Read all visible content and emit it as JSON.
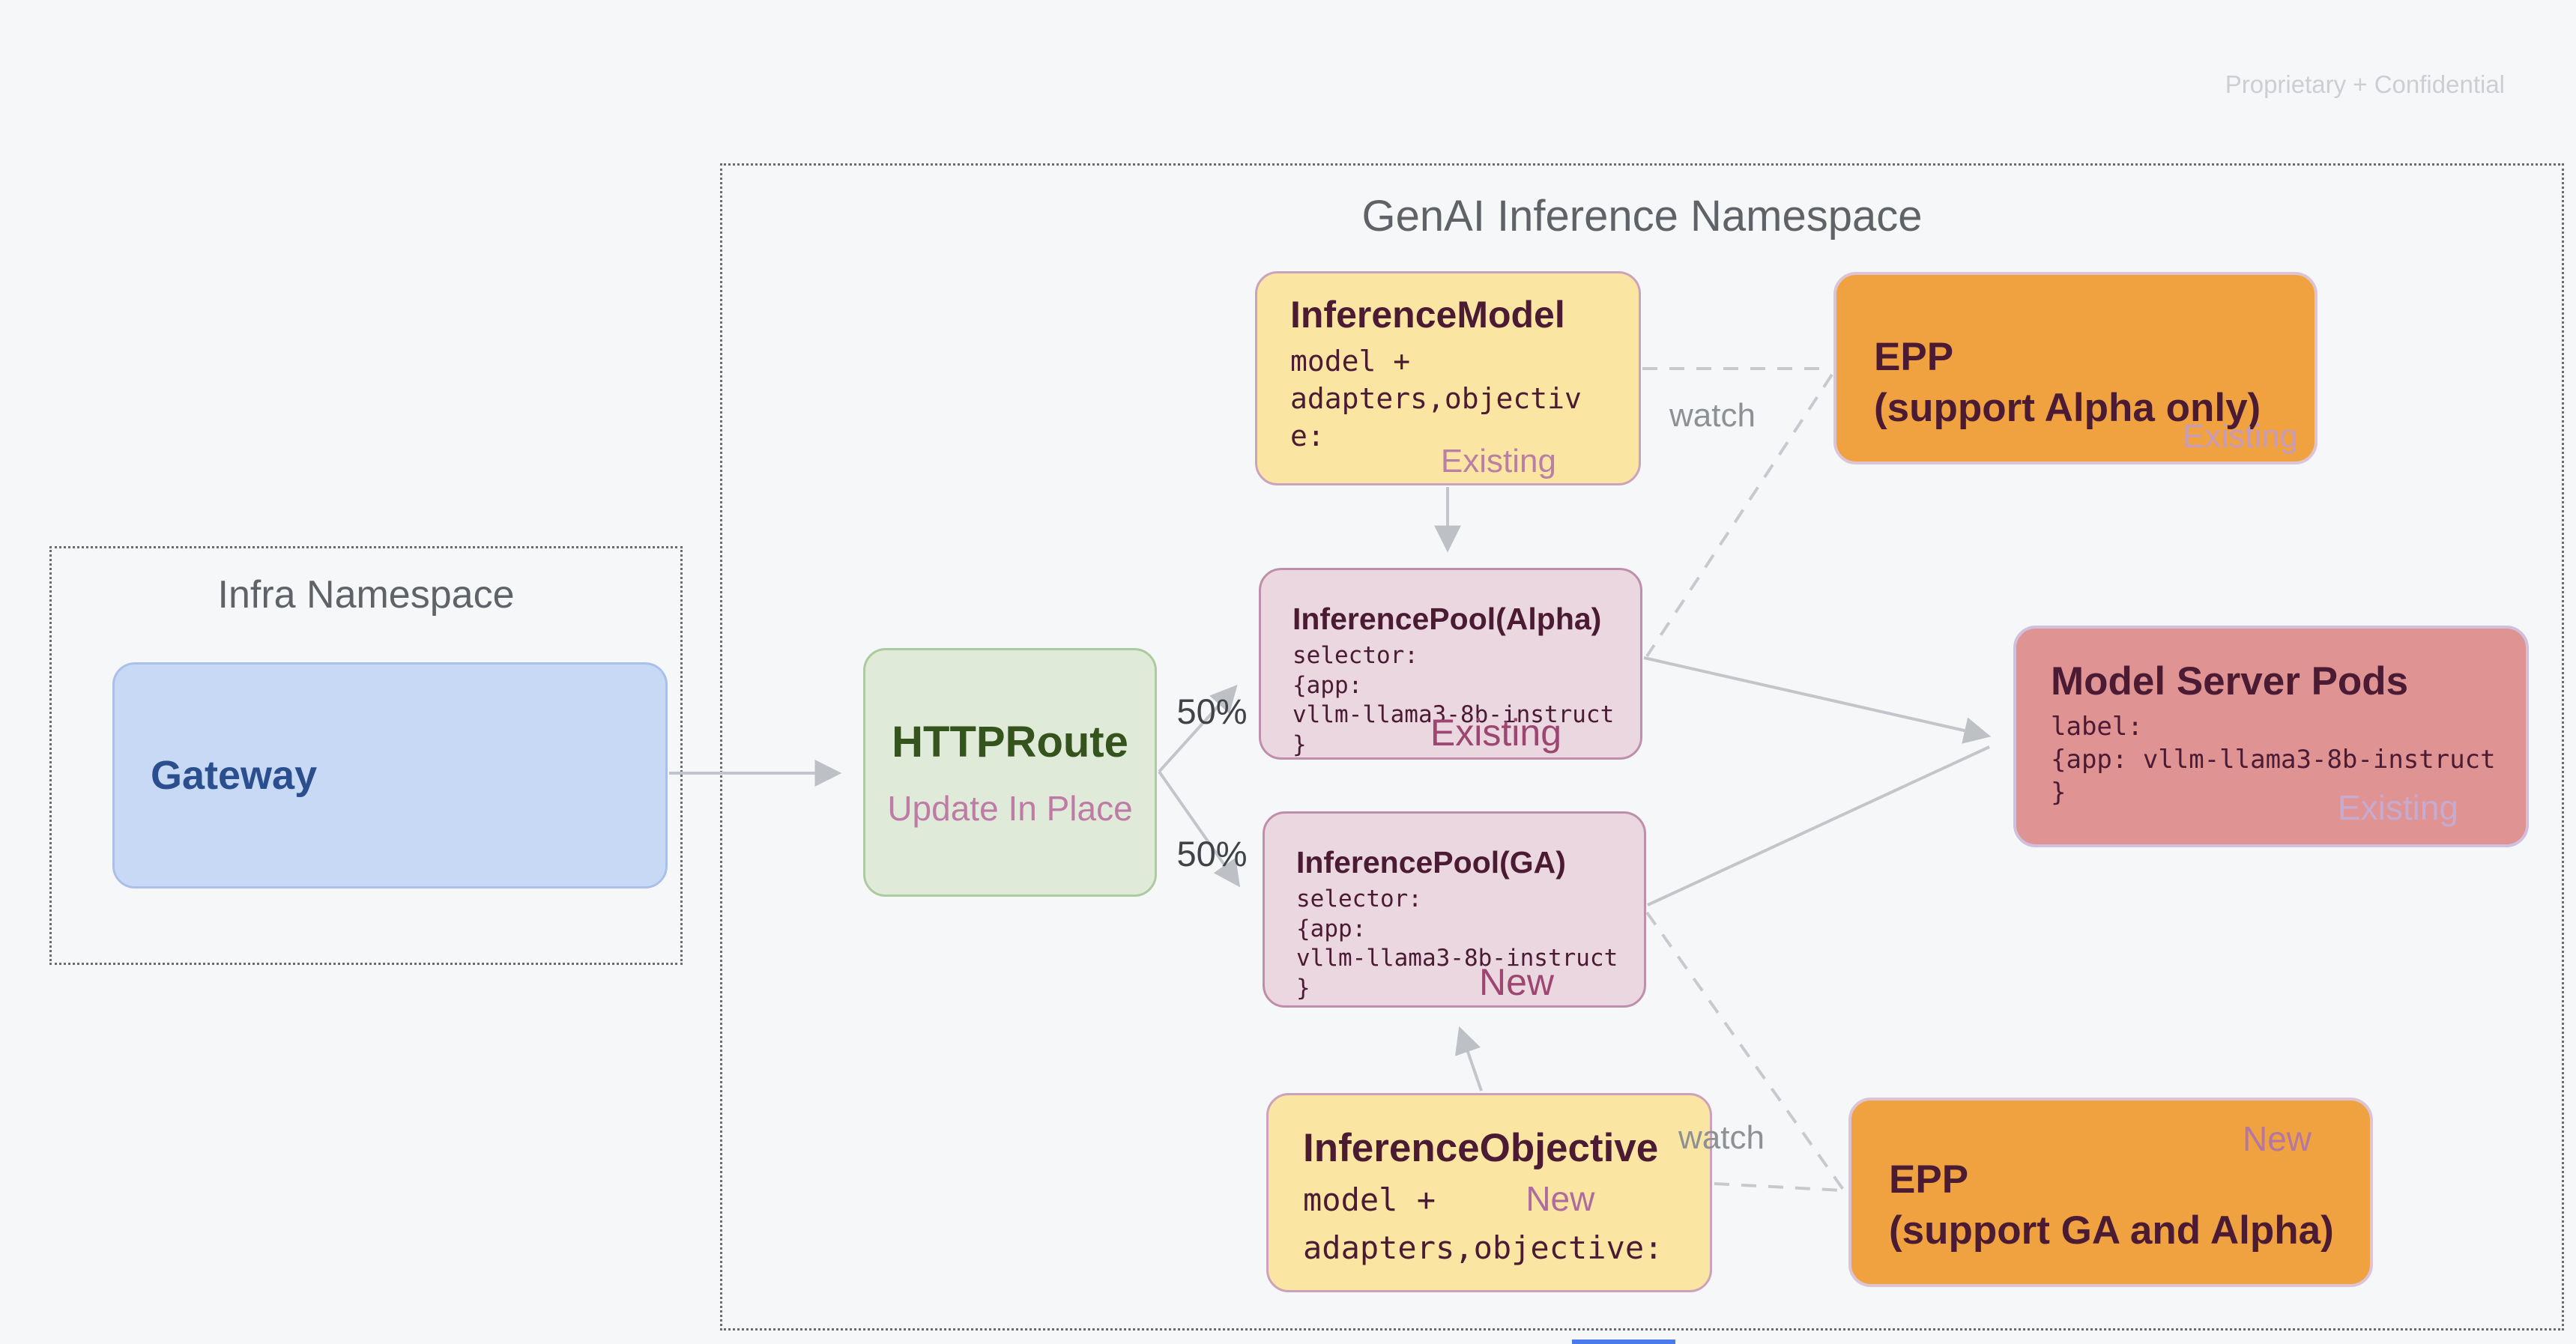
{
  "page": {
    "watermark": "Proprietary + Confidential",
    "background": "#F6F7F9",
    "accent_blue_artifact": "#4A7BEC"
  },
  "namespaces": {
    "infra": {
      "title": "Infra Namespace"
    },
    "genai": {
      "title": "GenAI Inference Namespace"
    }
  },
  "nodes": {
    "gateway": {
      "title": "Gateway"
    },
    "httproute": {
      "title": "HTTPRoute",
      "subtitle": "Update In Place"
    },
    "inference_model": {
      "title": "InferenceModel",
      "code_lines": [
        "model +",
        "adapters,objectiv",
        "e:"
      ],
      "status": "Existing"
    },
    "epp_alpha": {
      "title": "EPP",
      "subtitle": "(support Alpha only)",
      "status": "Existing"
    },
    "pool_alpha": {
      "title": "InferencePool(Alpha)",
      "code_lines": [
        "selector:",
        "{app:",
        "vllm-llama3-8b-instruct",
        "}"
      ],
      "status": "Existing"
    },
    "pool_ga": {
      "title": "InferencePool(GA)",
      "code_lines": [
        "selector:",
        "{app:",
        "vllm-llama3-8b-instruct",
        "}"
      ],
      "status": "New"
    },
    "model_server_pods": {
      "title": "Model Server Pods",
      "code_lines": [
        "label:",
        "{app: vllm-llama3-8b-instruct",
        "}"
      ],
      "status": "Existing"
    },
    "inference_objective": {
      "title": "InferenceObjective",
      "code_line_1": "model +",
      "status": "New",
      "code_line_2": "adapters,objective:"
    },
    "epp_ga": {
      "title": "EPP",
      "subtitle": "(support GA and Alpha)",
      "status": "New"
    }
  },
  "edges": {
    "split_top_label": "50%",
    "split_bottom_label": "50%",
    "watch_top_label": "watch",
    "watch_bottom_label": "watch"
  },
  "colors": {
    "yellow_fill": "#FBE5A3",
    "orange_fill": "#F0A240",
    "pink_fill": "#EAD7E0",
    "rose_fill": "#DF9393",
    "blue_fill": "#C8D9F6",
    "green_fill": "#DFEBD8",
    "maroon_text": "#4B1B34",
    "line_gray": "#C2C5C9"
  }
}
